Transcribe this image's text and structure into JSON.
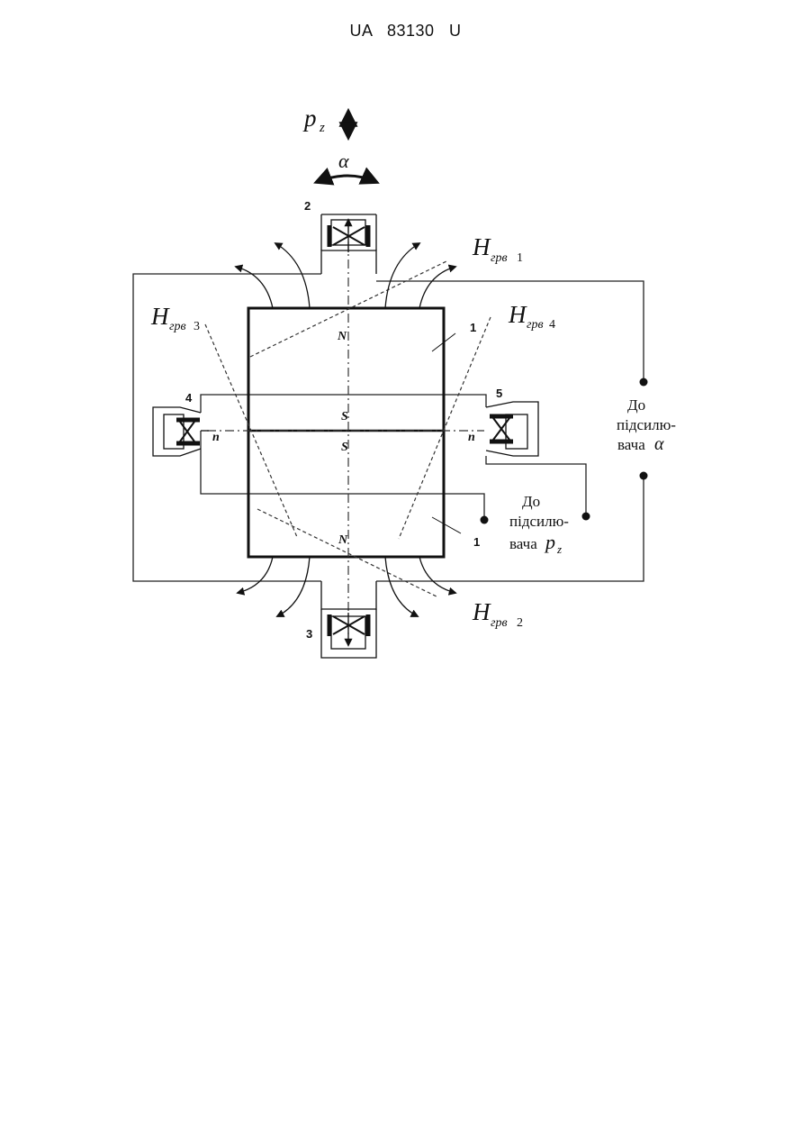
{
  "document": {
    "header": "UA   83130   U"
  },
  "diagram": {
    "motion_labels": {
      "pz_main": "p",
      "pz_sub": "z",
      "alpha": "α"
    },
    "field_labels": [
      {
        "main": "H",
        "sub": "грв",
        "num": "1"
      },
      {
        "main": "H",
        "sub": "грв",
        "num": "2"
      },
      {
        "main": "H",
        "sub": "грв",
        "num": "3"
      },
      {
        "main": "H",
        "sub": "грв",
        "num": "4"
      }
    ],
    "pole_labels": {
      "top": "N",
      "upper_mid": "S",
      "lower_mid": "S",
      "bottom": "N"
    },
    "axis_labels": {
      "left": "n",
      "right": "n"
    },
    "component_numbers": {
      "sensor_top": "2",
      "sensor_bottom": "3",
      "sensor_left": "4",
      "sensor_right": "5",
      "magnet_upper": "1",
      "magnet_lower": "1"
    },
    "amp_alpha": {
      "line1": "До",
      "line2": "підсилю-",
      "line3": "вача",
      "symbol": "α"
    },
    "amp_pz": {
      "line1": "До",
      "line2": "підсилю-",
      "line3": "вача",
      "symbol_main": "p",
      "symbol_sub": "z"
    }
  }
}
